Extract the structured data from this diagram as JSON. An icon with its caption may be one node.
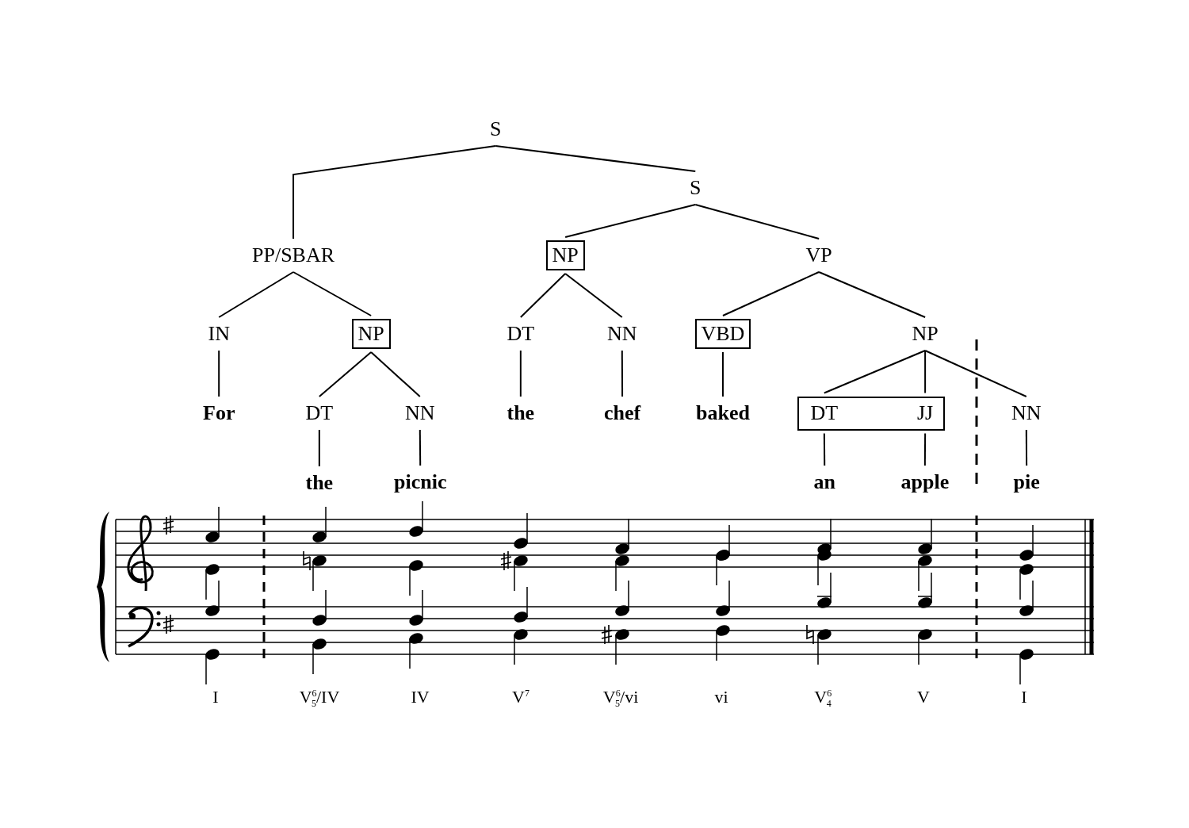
{
  "diagram": {
    "nodes": [
      {
        "text": [
          "S"
        ]
      },
      {
        "text": [
          "S"
        ]
      },
      {
        "text": [
          "PP/SBAR"
        ]
      },
      {
        "text": [
          "NP"
        ]
      },
      {
        "text": [
          "VP"
        ]
      },
      {
        "text": [
          "IN"
        ]
      },
      {
        "text": [
          "NP"
        ]
      },
      {
        "text": [
          "DT"
        ]
      },
      {
        "text": [
          "NN"
        ]
      },
      {
        "text": [
          "VBD"
        ]
      },
      {
        "text": [
          "NP"
        ]
      },
      {
        "text": [
          "For"
        ]
      },
      {
        "text": [
          "DT"
        ]
      },
      {
        "text": [
          "NN"
        ]
      },
      {
        "text": [
          "the"
        ]
      },
      {
        "text": [
          "chef"
        ]
      },
      {
        "text": [
          "baked"
        ]
      },
      {
        "text": [],
        "shape": "box"
      },
      {
        "text": [
          "DT"
        ],
        "in": 17
      },
      {
        "text": [
          "JJ"
        ],
        "in": 17
      },
      {
        "text": [
          "NN"
        ]
      },
      {
        "text": [
          "the"
        ]
      },
      {
        "text": [
          "picnic"
        ]
      },
      {
        "text": [
          "an"
        ]
      },
      {
        "text": [
          "apple"
        ]
      },
      {
        "text": [
          "pie"
        ]
      }
    ],
    "edges": [
      {
        "from": 0,
        "to": 2,
        "arrow": "none"
      },
      {
        "from": 0,
        "to": 1,
        "arrow": "none"
      },
      {
        "from": 1,
        "to": 3,
        "arrow": "none"
      },
      {
        "from": 1,
        "to": 4,
        "arrow": "none"
      },
      {
        "from": 2,
        "to": 5,
        "arrow": "none"
      },
      {
        "from": 2,
        "to": 6,
        "arrow": "none"
      },
      {
        "from": 3,
        "to": 7,
        "arrow": "none"
      },
      {
        "from": 3,
        "to": 8,
        "arrow": "none"
      },
      {
        "from": 4,
        "to": 9,
        "arrow": "none"
      },
      {
        "from": 4,
        "to": 10,
        "arrow": "none"
      },
      {
        "from": 5,
        "to": 11,
        "arrow": "none"
      },
      {
        "from": 6,
        "to": 12,
        "arrow": "none"
      },
      {
        "from": 6,
        "to": 13,
        "arrow": "none"
      },
      {
        "from": 7,
        "to": 14,
        "arrow": "none"
      },
      {
        "from": 8,
        "to": 15,
        "arrow": "none"
      },
      {
        "from": 9,
        "to": 16,
        "arrow": "none"
      },
      {
        "from": 10,
        "to": 18,
        "arrow": "none"
      },
      {
        "from": 10,
        "to": 19,
        "arrow": "none"
      },
      {
        "from": 10,
        "to": 20,
        "arrow": "none"
      },
      {
        "from": 12,
        "to": 21,
        "arrow": "none"
      },
      {
        "from": 13,
        "to": 22,
        "arrow": "none"
      },
      {
        "from": 18,
        "to": 23,
        "arrow": "none"
      },
      {
        "from": 19,
        "to": 24,
        "arrow": "none"
      },
      {
        "from": 20,
        "to": 25,
        "arrow": "none"
      }
    ],
    "labels": [
      "I",
      "V$^{6}$$_{5}$/IV",
      "IV",
      "V$^{7}$",
      "V$^{6}$$_{5}$/vi",
      "vi",
      "V$^{6}$$_{4}$",
      "V",
      "I"
    ]
  }
}
